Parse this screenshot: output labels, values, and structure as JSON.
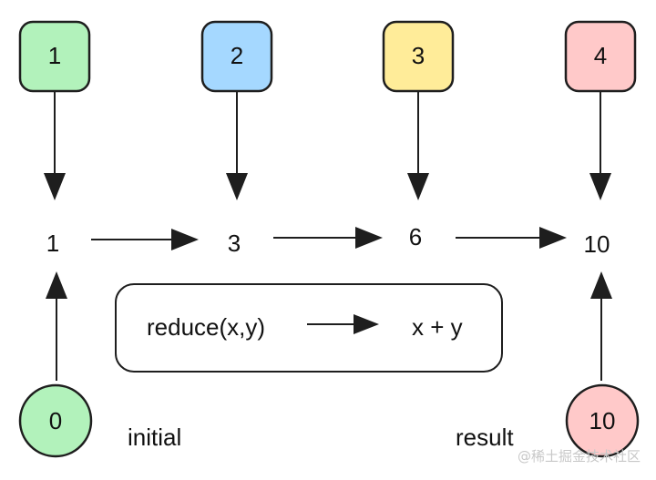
{
  "inputs": [
    {
      "label": "1",
      "fill": "#b2f2bb"
    },
    {
      "label": "2",
      "fill": "#a5d8ff"
    },
    {
      "label": "3",
      "fill": "#ffec99"
    },
    {
      "label": "4",
      "fill": "#ffc9c9"
    }
  ],
  "accumulators": [
    "1",
    "3",
    "6",
    "10"
  ],
  "reducer": {
    "fn": "reduce(x,y)",
    "expr": "x + y"
  },
  "initial": {
    "value": "0",
    "label": "initial",
    "fill": "#b2f2bb"
  },
  "result": {
    "value": "10",
    "label": "result",
    "fill": "#ffc9c9"
  },
  "watermark": "@稀土掘金技术社区",
  "colors": {
    "stroke": "#1e1e1e",
    "arrow": "#1e1e1e"
  }
}
